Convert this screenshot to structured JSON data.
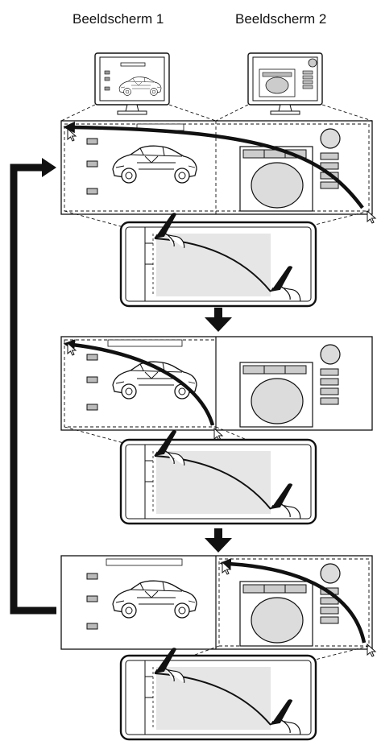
{
  "header": {
    "screen1_label": "Beeldscherm 1",
    "screen2_label": "Beeldscherm 2"
  },
  "colors": {
    "ink": "#111111",
    "panel_gray": "#dcdcdc",
    "fill_gray": "#e6e6e6",
    "white": "#ffffff"
  },
  "icons": {
    "pointer": "arrow-cursor-icon",
    "step_arrow": "down-arrow-icon",
    "loop_arrow": "loop-back-arrow-icon",
    "device": "pen-tablet-icon",
    "pen": "stylus-pen-icon",
    "monitor": "monitor-icon"
  },
  "steps": [
    {
      "active_screen": "both"
    },
    {
      "active_screen": "screen1"
    },
    {
      "active_screen": "screen2"
    }
  ]
}
